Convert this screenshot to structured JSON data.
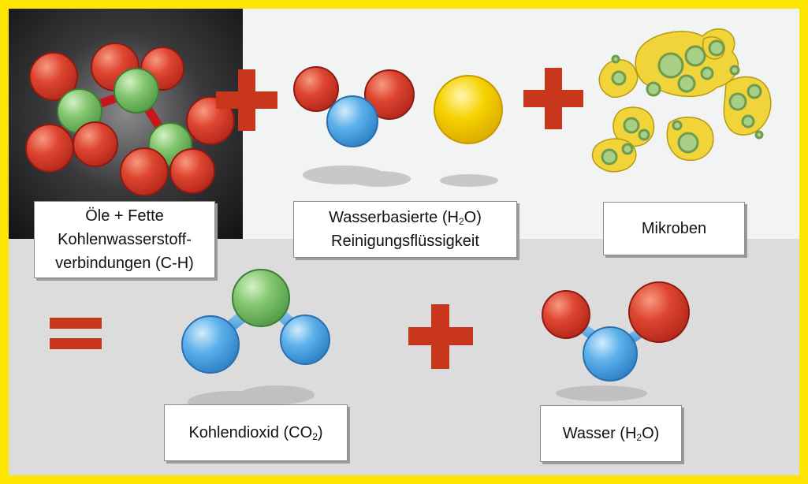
{
  "labels": {
    "oils": [
      "Öle + Fette",
      "Kohlenwasserstoff-",
      "verbindungen (C-H)"
    ],
    "cleaner": {
      "line1_pre": "Wasserbasierte (H",
      "line1_sub": "2",
      "line1_post": "O)",
      "line2": "Reinigungsflüssigkeit"
    },
    "microbes": "Mikroben",
    "co2": {
      "pre": "Kohlendioxid (CO",
      "sub": "2",
      "post": ")"
    },
    "water": {
      "pre": "Wasser (H",
      "sub": "2",
      "post": "O)"
    }
  },
  "operators": [
    "plus",
    "plus",
    "equals",
    "plus"
  ],
  "colors": {
    "frame": "#ffe600",
    "operator": "#c8361b",
    "carbon": "#7cc46a",
    "hydrogen_red": "#d23a2a",
    "oxygen_blue": "#4aa3e0",
    "particle": "#f4d100",
    "microbe": "#f1d43a",
    "microbe_cell": "#8dbb6c"
  },
  "icons": [
    "hydrocarbon-molecule-icon",
    "water-molecule-icon",
    "cleaning-particle-icon",
    "microbes-icon",
    "co2-molecule-icon"
  ]
}
